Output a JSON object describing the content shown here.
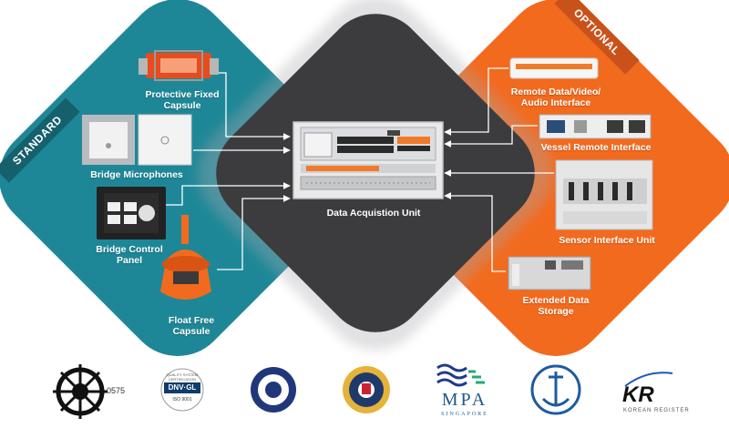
{
  "groups": {
    "standard": "STANDARD",
    "optional": "OPTIONAL"
  },
  "center": {
    "label": "Data Acquistion Unit"
  },
  "standard_items": [
    {
      "label_line1": "Protective Fixed",
      "label_line2": "Capsule"
    },
    {
      "label_line1": "Bridge Microphones",
      "label_line2": ""
    },
    {
      "label_line1": "Bridge Control",
      "label_line2": "Panel"
    },
    {
      "label_line1": "Float Free",
      "label_line2": "Capsule"
    }
  ],
  "optional_items": [
    {
      "label_line1": "Remote Data/Video/",
      "label_line2": "Audio Interface"
    },
    {
      "label_line1": "Vessel Remote Interface",
      "label_line2": ""
    },
    {
      "label_line1": "Sensor Interface Unit",
      "label_line2": ""
    },
    {
      "label_line1": "Extended Data",
      "label_line2": "Storage"
    }
  ],
  "certifications": {
    "wheel_number": "0575",
    "dnv_top": "QUALITY SYSTEM CERTIFICATION",
    "dnv_name": "DNV·GL",
    "dnv_iso": "ISO 9001",
    "mpa_name": "MPA",
    "mpa_sub": "SINGAPORE",
    "kr_name": "KR",
    "kr_sub": "KOREAN REGISTER"
  },
  "colors": {
    "standard": "#1e8797",
    "optional": "#f26a1e",
    "center": "#3c3c3f"
  }
}
